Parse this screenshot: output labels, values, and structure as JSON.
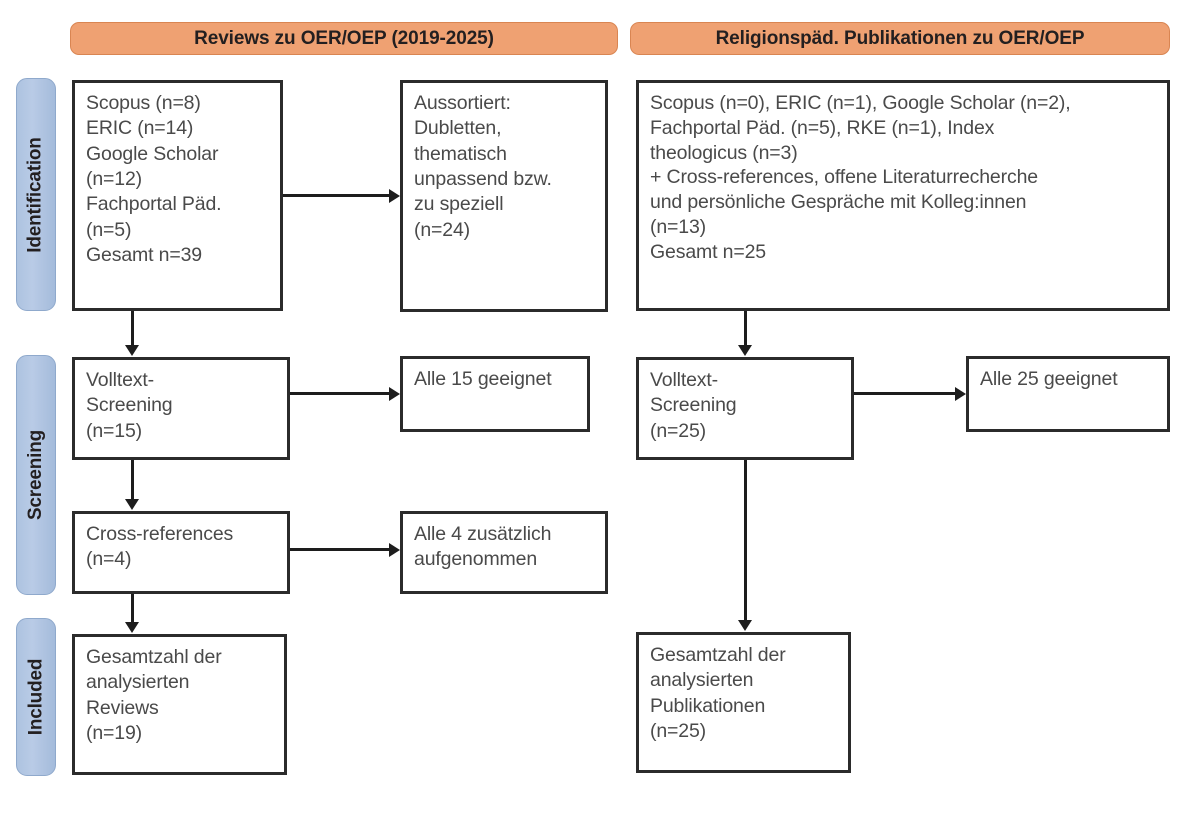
{
  "columns": {
    "left": {
      "header": "Reviews zu OER/OEP (2019-2025)"
    },
    "right": {
      "header": "Religionspäd. Publikationen zu OER/OEP"
    }
  },
  "stages": {
    "identification": "Identification",
    "screening": "Screening",
    "included": "Included"
  },
  "left_column": {
    "sources": {
      "line1": "Scopus (n=8)",
      "line2": "ERIC (n=14)",
      "line3": "Google Scholar",
      "line4": "(n=12)",
      "line5": "Fachportal Päd.",
      "line6": "(n=5)",
      "line7": "Gesamt n=39"
    },
    "excluded": {
      "line1": "Aussortiert:",
      "line2": "Dubletten,",
      "line3": "thematisch",
      "line4": "unpassend bzw.",
      "line5": "zu speziell",
      "line6": "(n=24)"
    },
    "fulltext": {
      "line1": "Volltext-",
      "line2": "Screening",
      "line3": "(n=15)"
    },
    "fulltext_result": "Alle 15 geeignet",
    "crossrefs": {
      "line1": "Cross-references",
      "line2": "(n=4)"
    },
    "crossrefs_result": {
      "line1": "Alle 4 zusätzlich",
      "line2": "aufgenommen"
    },
    "included": {
      "line1": "Gesamtzahl der",
      "line2": "analysierten",
      "line3": "Reviews",
      "line4": "(n=19)"
    }
  },
  "right_column": {
    "sources": {
      "line1": "Scopus (n=0), ERIC (n=1), Google Scholar (n=2),",
      "line2": "Fachportal Päd. (n=5), RKE (n=1), Index",
      "line3": "theologicus (n=3)",
      "line4": "+ Cross-references, offene Literaturrecherche",
      "line5": "und persönliche Gespräche mit Kolleg:innen",
      "line6": "(n=13)",
      "line7": "Gesamt n=25"
    },
    "fulltext": {
      "line1": "Volltext-",
      "line2": "Screening",
      "line3": "(n=25)"
    },
    "fulltext_result": "Alle 25 geeignet",
    "included": {
      "line1": "Gesamtzahl der",
      "line2": "analysierten",
      "line3": "Publikationen",
      "line4": "(n=25)"
    }
  },
  "chart_data": {
    "type": "diagram",
    "title": "PRISMA-style literature selection flow",
    "flows": [
      {
        "from": "left-sources (n=39)",
        "to": "left-excluded (n=24)",
        "direction": "right"
      },
      {
        "from": "left-sources (n=39)",
        "to": "left-fulltext (n=15)",
        "direction": "down"
      },
      {
        "from": "left-fulltext (n=15)",
        "to": "left-fulltext-result (Alle 15 geeignet)",
        "direction": "right"
      },
      {
        "from": "left-fulltext (n=15)",
        "to": "left-crossrefs (n=4)",
        "direction": "down"
      },
      {
        "from": "left-crossrefs (n=4)",
        "to": "left-crossrefs-result (Alle 4 zusätzlich aufgenommen)",
        "direction": "right"
      },
      {
        "from": "left-crossrefs (n=4)",
        "to": "left-included (n=19)",
        "direction": "down"
      },
      {
        "from": "right-sources (n=25)",
        "to": "right-fulltext (n=25)",
        "direction": "down"
      },
      {
        "from": "right-fulltext (n=25)",
        "to": "right-fulltext-result (Alle 25 geeignet)",
        "direction": "right"
      },
      {
        "from": "right-fulltext (n=25)",
        "to": "right-included (n=25)",
        "direction": "down"
      }
    ],
    "colors": {
      "header_orange": "#EFA172",
      "stage_blue": "#ADC3E0",
      "box_border": "#2b2b2b",
      "text": "#4a4a4a"
    }
  }
}
